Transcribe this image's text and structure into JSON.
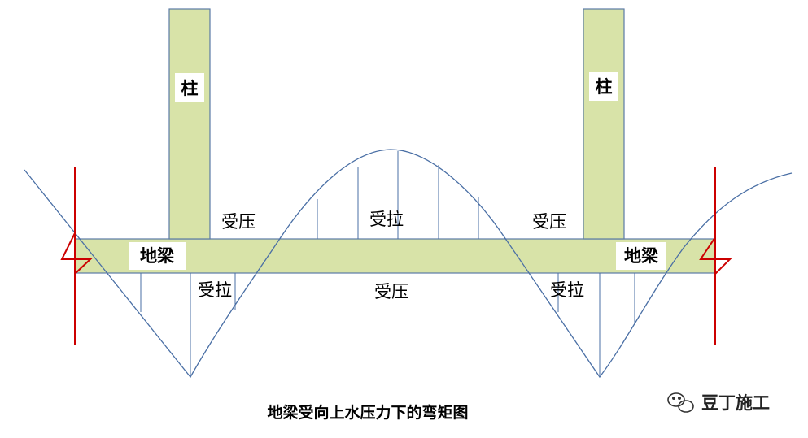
{
  "colors": {
    "member_fill": "#d8e3a8",
    "member_stroke": "#5b7aa6",
    "curve": "#4a6fa5",
    "support": "#cc0000",
    "label_bg": "#ffffff"
  },
  "labels": {
    "column_left": "柱",
    "column_right": "柱",
    "beam_left": "地梁",
    "beam_right": "地梁",
    "compression_top_left": "受压",
    "tension_top_middle": "受拉",
    "compression_top_right": "受压",
    "tension_bottom_left": "受拉",
    "compression_bottom_middle": "受压",
    "tension_bottom_right": "受拉"
  },
  "caption": "地梁受向上水压力下的弯矩图",
  "watermark": "豆丁施工",
  "icons": {
    "watermark_logo": "wechat-icon"
  }
}
